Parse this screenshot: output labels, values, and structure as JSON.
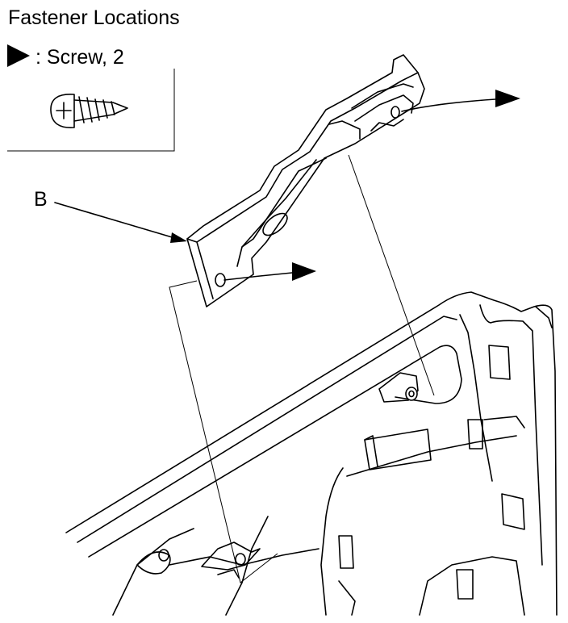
{
  "title": "Fastener Locations",
  "legend": {
    "marker_icon": "filled-triangle-icon",
    "screw_label": ": Screw, 2",
    "screw_icon": "pan-head-screw-icon"
  },
  "part_label": "B"
}
